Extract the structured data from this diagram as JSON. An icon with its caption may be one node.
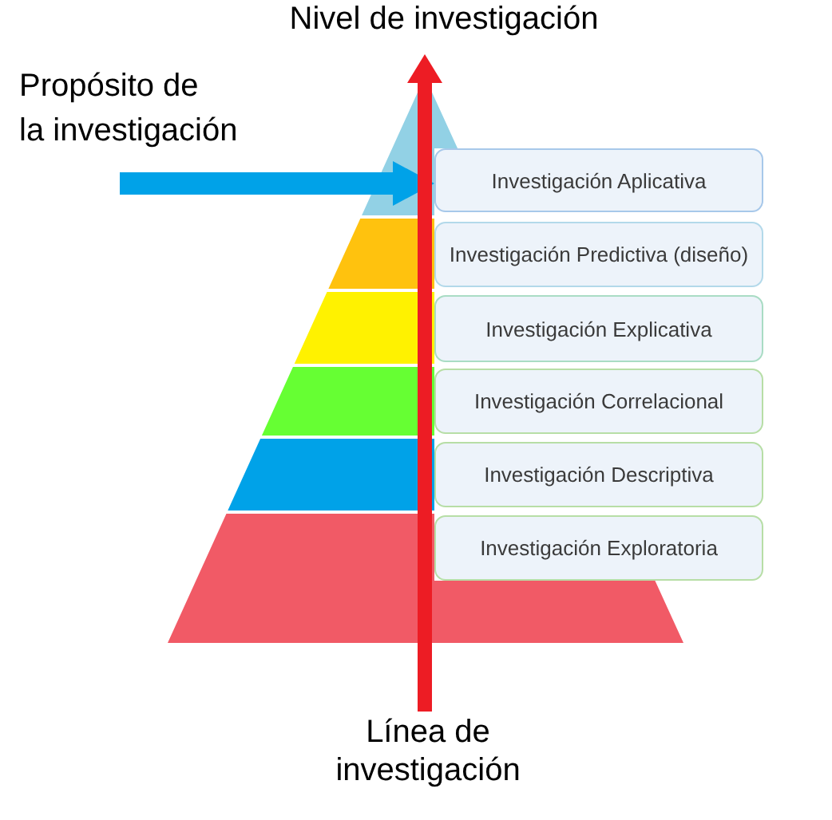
{
  "diagram": {
    "nodes": [
      {
        "text": [
          "Nivel de investigación"
        ]
      },
      {
        "text": [
          "Investigación Aplicativa"
        ]
      },
      {
        "text": [
          "Investigación Predictiva (diseño)"
        ]
      },
      {
        "text": [
          "Investigación Explicativa"
        ]
      },
      {
        "text": [
          "Investigación Correlacional"
        ]
      },
      {
        "text": [
          "Investigación Descriptiva"
        ]
      },
      {
        "text": [
          "Investigación Exploratoria"
        ]
      },
      {
        "text": [
          "Línea de investigación"
        ]
      }
    ],
    "edges": [
      {
        "from": null,
        "to": 1,
        "arrow": "to",
        "color": "#00a2e8"
      },
      {
        "from": 7,
        "to": 0,
        "arrow": "to",
        "color": "#ed1c24"
      }
    ],
    "labels": [
      "Propósito de la investigación"
    ]
  }
}
